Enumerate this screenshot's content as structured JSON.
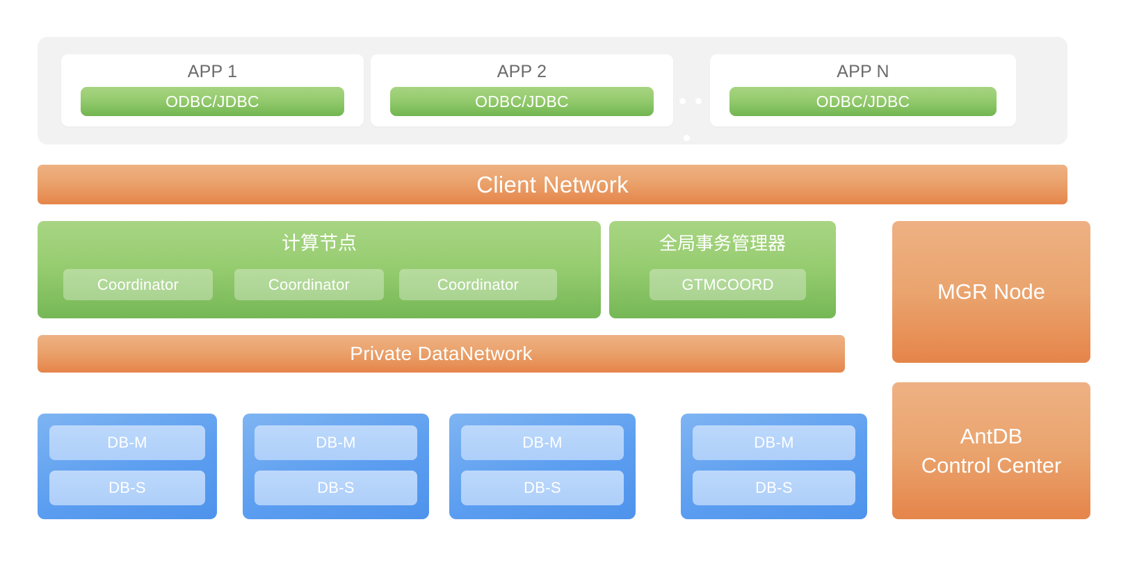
{
  "app_tier": {
    "cards": [
      {
        "title": "APP 1",
        "driver": "ODBC/JDBC"
      },
      {
        "title": "APP 2",
        "driver": "ODBC/JDBC"
      },
      {
        "title": "APP N",
        "driver": "ODBC/JDBC"
      }
    ],
    "ellipsis_dot_count": 3
  },
  "networks": {
    "client": "Client Network",
    "private": "Private DataNetwork"
  },
  "compute": {
    "title": "计算节点",
    "coordinators": [
      "Coordinator",
      "Coordinator",
      "Coordinator"
    ]
  },
  "gtm": {
    "title": "全局事务管理器",
    "chip": "GTMCOORD"
  },
  "databases": {
    "groups": [
      {
        "master": "DB-M",
        "slave": "DB-S"
      },
      {
        "master": "DB-M",
        "slave": "DB-S"
      },
      {
        "master": "DB-M",
        "slave": "DB-S"
      },
      {
        "master": "DB-M",
        "slave": "DB-S"
      }
    ]
  },
  "side_panels": {
    "mgr_node": "MGR Node",
    "control_center_line1": "AntDB",
    "control_center_line2": "Control Center"
  },
  "colors": {
    "app_panel_bg": "#f2f2f2",
    "app_card_bg": "#ffffff",
    "app_title_text": "#6b6b6b",
    "green_light": "#a8d583",
    "green_dark": "#75b755",
    "orange_light": "#eeb183",
    "orange_dark": "#e5854a",
    "blue_outer": "#5c9ef0",
    "blue_inner": "#b1d2fa",
    "white_text": "#ffffff"
  }
}
